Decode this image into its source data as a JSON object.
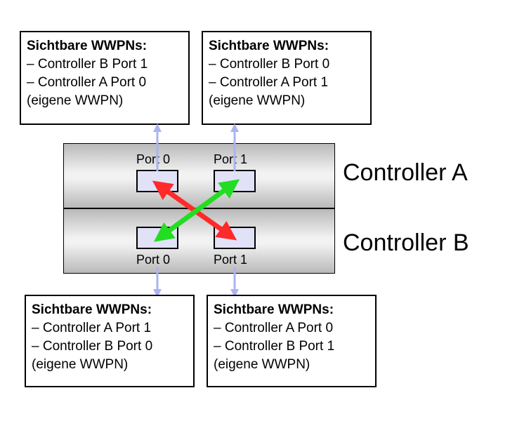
{
  "colors": {
    "port_fill": "#e1e1f7",
    "connector_arrow": "#aab4f0",
    "arrow_red": "#ff2a2a",
    "arrow_green": "#22dd22"
  },
  "boxes": {
    "top_left": {
      "title": "Sichtbare WWPNs:",
      "lines": [
        "– Controller B Port 1",
        "– Controller A Port 0",
        "(eigene WWPN)"
      ]
    },
    "top_right": {
      "title": "Sichtbare WWPNs:",
      "lines": [
        "– Controller B Port 0",
        "– Controller A Port 1",
        "(eigene WWPN)"
      ]
    },
    "bottom_left": {
      "title": "Sichtbare WWPNs:",
      "lines": [
        "– Controller A Port 1",
        "– Controller B Port 0",
        "(eigene WWPN)"
      ]
    },
    "bottom_right": {
      "title": "Sichtbare WWPNs:",
      "lines": [
        "– Controller A Port 0",
        "– Controller B Port 1",
        "(eigene WWPN)"
      ]
    }
  },
  "controllers": {
    "a": {
      "label": "Controller A",
      "port0_label": "Port 0",
      "port1_label": "Port 1"
    },
    "b": {
      "label": "Controller B",
      "port0_label": "Port 0",
      "port1_label": "Port 1"
    }
  }
}
